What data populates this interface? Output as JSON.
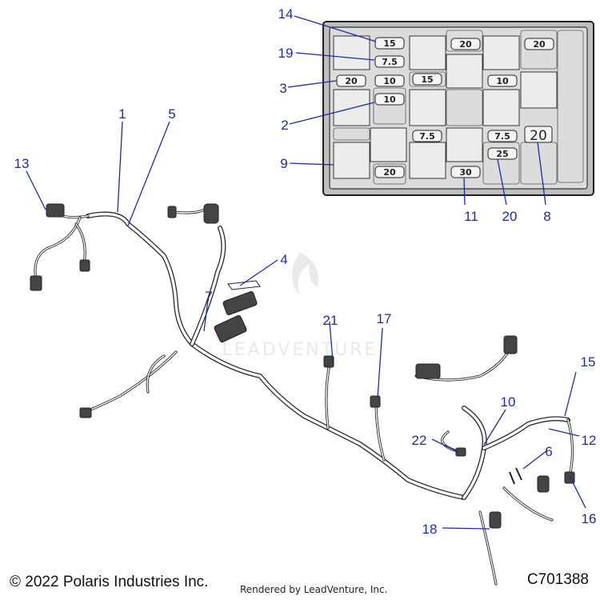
{
  "callouts": [
    {
      "id": "c1",
      "label": "1"
    },
    {
      "id": "c2",
      "label": "2"
    },
    {
      "id": "c3",
      "label": "3"
    },
    {
      "id": "c4",
      "label": "4"
    },
    {
      "id": "c5",
      "label": "5"
    },
    {
      "id": "c6",
      "label": "6"
    },
    {
      "id": "c7",
      "label": "7"
    },
    {
      "id": "c8",
      "label": "8"
    },
    {
      "id": "c9",
      "label": "9"
    },
    {
      "id": "c10",
      "label": "10"
    },
    {
      "id": "c11",
      "label": "11"
    },
    {
      "id": "c12",
      "label": "12"
    },
    {
      "id": "c13",
      "label": "13"
    },
    {
      "id": "c14",
      "label": "14"
    },
    {
      "id": "c15",
      "label": "15"
    },
    {
      "id": "c16",
      "label": "16"
    },
    {
      "id": "c17",
      "label": "17"
    },
    {
      "id": "c18",
      "label": "18"
    },
    {
      "id": "c19",
      "label": "19"
    },
    {
      "id": "c20a",
      "label": "20"
    },
    {
      "id": "c21",
      "label": "21"
    },
    {
      "id": "c22",
      "label": "22"
    }
  ],
  "fuse_values": {
    "f1": "15",
    "f2": "20",
    "f3": "20",
    "f4": "7.5",
    "f5": "20",
    "f6": "10",
    "f7": "15",
    "f8": "10",
    "f9": "10",
    "f10": "7.5",
    "f11": "7.5",
    "f12": "20",
    "f13": "25",
    "f14": "20",
    "f15": "30"
  },
  "watermark": "LEADVENTURE",
  "footer": {
    "copyright": "© 2022 Polaris Industries Inc.",
    "rendered_by": "Rendered by LeadVenture, Inc.",
    "figure_id": "C701388"
  },
  "colors": {
    "callout": "#1f2aa8",
    "line_art": "#2a2a2a",
    "fuse_box_fill": "#e6e6e6"
  }
}
